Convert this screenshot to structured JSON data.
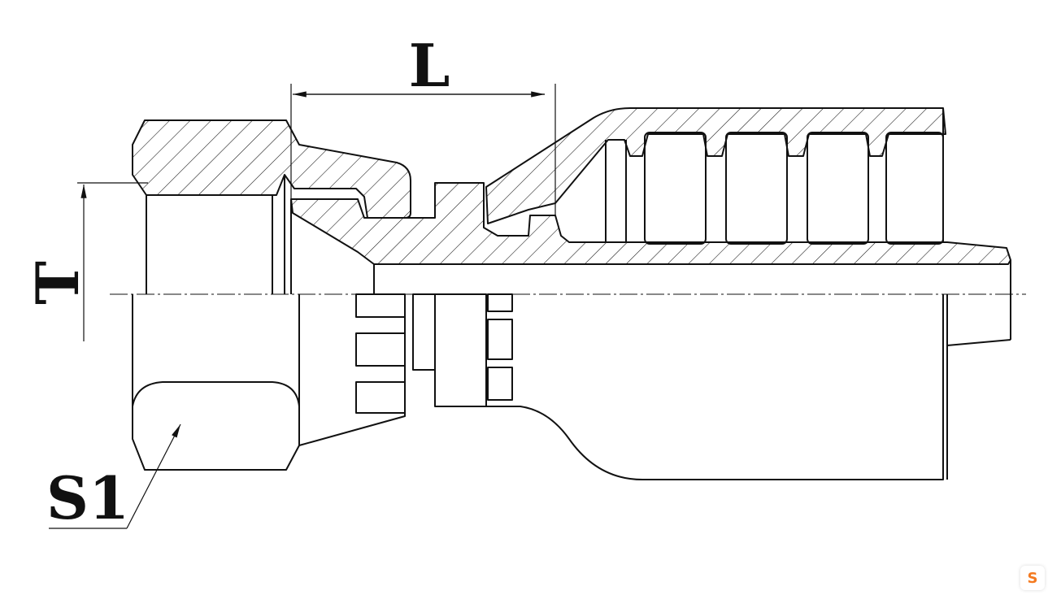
{
  "labels": {
    "length": "L",
    "thread": "T",
    "hex_size": "S1"
  },
  "logo": {
    "text": "S",
    "color": "#f47a20"
  }
}
